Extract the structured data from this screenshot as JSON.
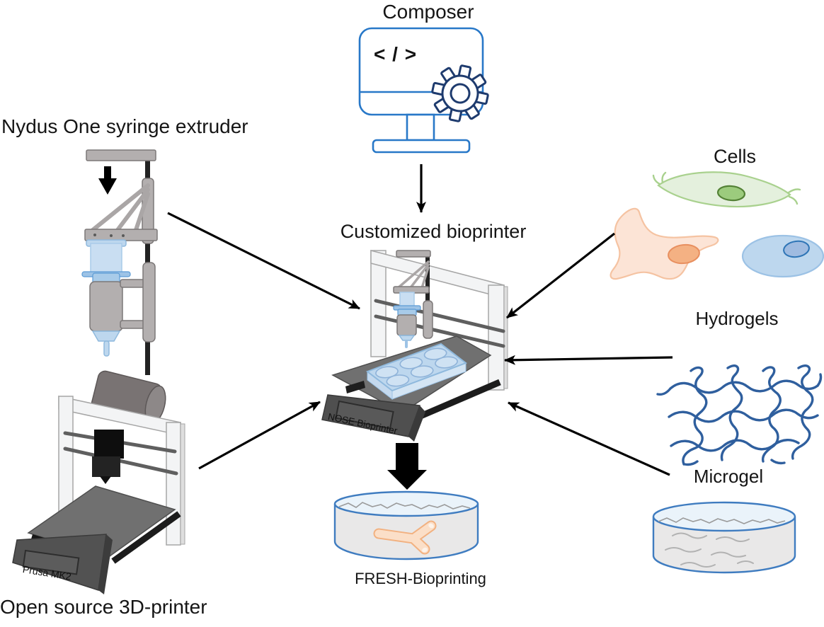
{
  "labels": {
    "composer": "Composer",
    "nydus_extruder": "Nydus One syringe extruder",
    "customized_bioprinter": "Customized bioprinter",
    "open_source_printer": "Open source 3D-printer",
    "fresh_bioprinting": "FRESH-Bioprinting",
    "cells": "Cells",
    "hydrogels": "Hydrogels",
    "microgel": "Microgel"
  },
  "device_text": {
    "nose_panel": "NOSE Bioprinter",
    "prusa_panel": "Prusa MK2",
    "code_glyph": "< / >"
  },
  "colors": {
    "monitor_blue": "#2878c8",
    "code_navy": "#1e3b6e",
    "syringe_blue": "#bdd7ee",
    "machine_gray": "#b3afaf",
    "frame_gray": "#f3f4f5",
    "bed_gray": "#707070",
    "panel_gray": "#4f4f4f",
    "cell_green": "#e4f0dd",
    "cell_green_nucleus": "#9ccb7d",
    "cell_orange": "#fce4d6",
    "cell_orange_nucleus": "#f4b183",
    "cell_blue": "#bdd7ee",
    "cell_blue_nucleus": "#9fbbe0",
    "hydrogel_blue": "#2f5f9e",
    "dish_rim_blue": "#3f7cc0",
    "dish_fill": "#e9e8e8",
    "construct_peach": "#fbdfc8",
    "arrow_black": "#000000"
  }
}
